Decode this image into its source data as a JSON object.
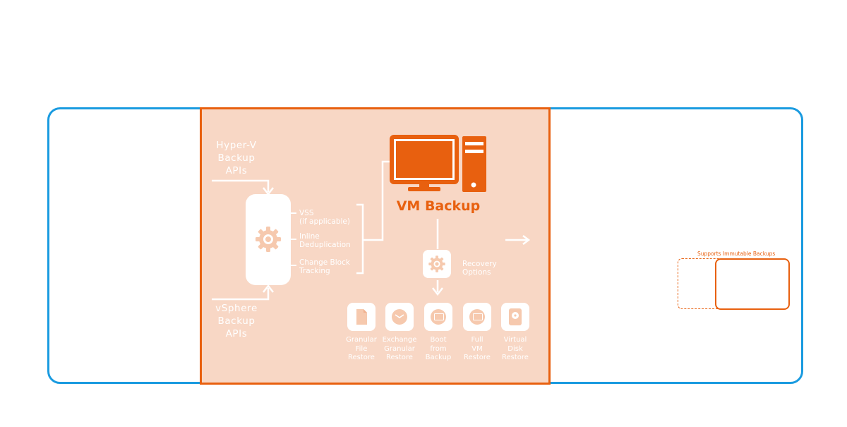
{
  "diagram": {
    "hyperv_label": [
      "Hyper-V",
      "Backup",
      "APIs"
    ],
    "vsphere_label": [
      "vSphere",
      "Backup",
      "APIs"
    ],
    "features": [
      [
        "VSS",
        "(if applicable)"
      ],
      [
        "Inline",
        "Deduplication"
      ],
      [
        "Change Block",
        "Tracking"
      ]
    ],
    "vm_backup_title": "VM Backup",
    "recovery_label": [
      "Recovery",
      "Options"
    ],
    "restore_options": [
      {
        "icon": "file-icon",
        "label": [
          "Granular",
          "File",
          "Restore"
        ]
      },
      {
        "icon": "mail-icon",
        "label": [
          "Exchange",
          "Granular",
          "Restore"
        ]
      },
      {
        "icon": "monitor-icon",
        "label": [
          "Boot",
          "from",
          "Backup"
        ]
      },
      {
        "icon": "monitor-icon",
        "label": [
          "Full",
          "VM",
          "Restore"
        ]
      },
      {
        "icon": "disk-icon",
        "label": [
          "Virtual",
          "Disk",
          "Restore"
        ]
      }
    ],
    "immutable_label": "Supports Immutable Backups",
    "colors": {
      "accent": "#e8600f",
      "panel": "#f8d7c5",
      "frame": "#1a9be0"
    }
  }
}
